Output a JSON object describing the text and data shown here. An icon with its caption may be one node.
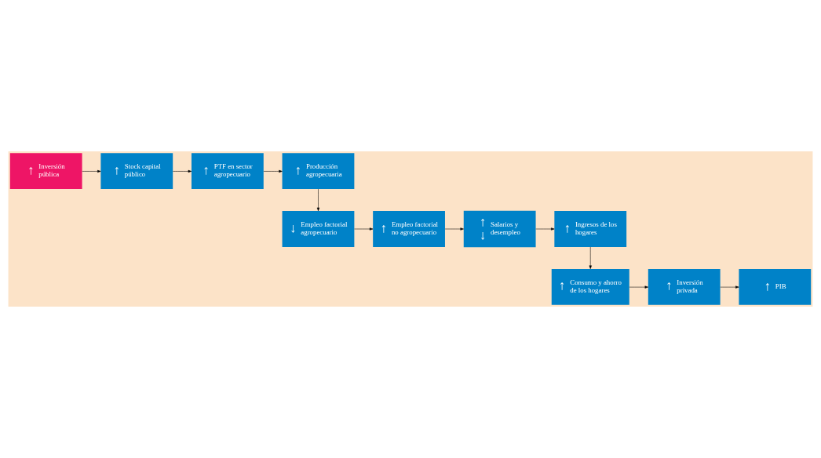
{
  "diagram": {
    "nodes": [
      {
        "text": [
          "↑",
          "Inversión pública"
        ]
      },
      {
        "text": [
          "↑",
          "Stock capital público"
        ]
      },
      {
        "text": [
          "↑",
          "PTF en sector agropecuario"
        ]
      },
      {
        "text": [
          "↑",
          "Producción agropecuaria"
        ]
      },
      {
        "text": [
          "↓",
          "Empleo factorial agropecuario"
        ]
      },
      {
        "text": [
          "↑",
          "Empleo factorial no agropecuario"
        ]
      },
      {
        "text": [
          "↑ ↓",
          "Salarios y desempleo"
        ]
      },
      {
        "text": [
          "↑",
          "Ingresos de los hogares"
        ]
      },
      {
        "text": [
          "↑",
          "Consumo y ahorro de los hogares"
        ]
      },
      {
        "text": [
          "↑",
          "Inversión privada"
        ]
      },
      {
        "text": [
          "↑",
          "PIB"
        ]
      }
    ],
    "edges": [
      {
        "from": 0,
        "to": 1,
        "arrow": "to"
      },
      {
        "from": 1,
        "to": 2,
        "arrow": "to"
      },
      {
        "from": 2,
        "to": 3,
        "arrow": "to"
      },
      {
        "from": 3,
        "to": 4,
        "arrow": "to"
      },
      {
        "from": 4,
        "to": 5,
        "arrow": "to"
      },
      {
        "from": 5,
        "to": 6,
        "arrow": "to"
      },
      {
        "from": 6,
        "to": 7,
        "arrow": "to"
      },
      {
        "from": 7,
        "to": 8,
        "arrow": "to"
      },
      {
        "from": 8,
        "to": 9,
        "arrow": "to"
      },
      {
        "from": 9,
        "to": 10,
        "arrow": "to"
      }
    ]
  }
}
